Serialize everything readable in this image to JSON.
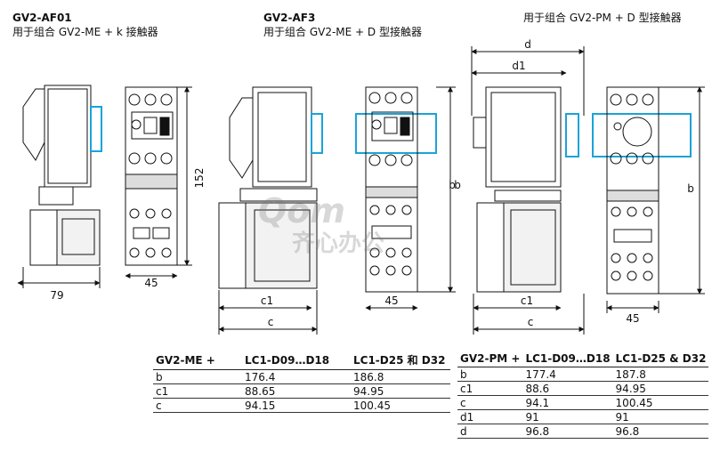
{
  "titles": {
    "af01": {
      "code": "GV2-AF01",
      "desc": "用于组合 GV2-ME + k 接触器"
    },
    "af3": {
      "code": "GV2-AF3",
      "desc": "用于组合 GV2-ME + D 型接触器"
    },
    "pm": {
      "desc": "用于组合 GV2-PM + D 型接触器"
    }
  },
  "dims": {
    "af01_h": "152",
    "af01_w_side": "79",
    "af01_w_front": "45",
    "af3_b": "b",
    "af3_c1": "c1",
    "af3_c": "c",
    "af3_w": "45",
    "pm_d": "d",
    "pm_d1": "d1",
    "pm_b_side": "b",
    "pm_b_front": "b",
    "pm_c1": "c1",
    "pm_c": "c",
    "pm_w": "45"
  },
  "watermark": {
    "latin": "Qom",
    "cn": "齐心办公"
  },
  "table_me": {
    "headers": [
      "GV2-ME +",
      "LC1-D09…D18",
      "LC1-D25 和 D32"
    ],
    "rows": [
      [
        "b",
        "176.4",
        "186.8"
      ],
      [
        "c1",
        "88.65",
        "94.95"
      ],
      [
        "c",
        "94.15",
        "100.45"
      ]
    ]
  },
  "table_pm": {
    "headers": [
      "GV2-PM +",
      "LC1-D09…D18",
      "LC1-D25 & D32"
    ],
    "rows": [
      [
        "b",
        "177.4",
        "187.8"
      ],
      [
        "c1",
        "88.6",
        "94.95"
      ],
      [
        "c",
        "94.1",
        "100.45"
      ],
      [
        "d1",
        "91",
        "91"
      ],
      [
        "d",
        "96.8",
        "96.8"
      ]
    ]
  },
  "colors": {
    "rail": "#1aa3d8",
    "line": "#111111",
    "shade": "#9a9a9a"
  }
}
